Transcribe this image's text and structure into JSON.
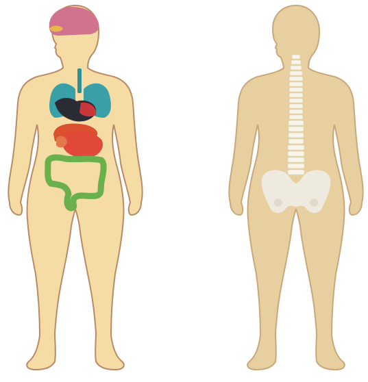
{
  "figures": [
    {
      "id": "front",
      "view": "front",
      "skin_color": "#f4dca4",
      "outline_color": "#b98a68",
      "organs": [
        {
          "name": "brain",
          "color": "#d1738f"
        },
        {
          "name": "eye",
          "color": "#e8b84a"
        },
        {
          "name": "trachea",
          "color": "#2f8f98"
        },
        {
          "name": "lungs",
          "color": "#3aa0a8"
        },
        {
          "name": "heart",
          "color": "#2b2b34"
        },
        {
          "name": "liver",
          "color": "#d9512e"
        },
        {
          "name": "stomach",
          "color": "#e0483a"
        },
        {
          "name": "intestines",
          "color": "#6ab04c"
        }
      ]
    },
    {
      "id": "back",
      "view": "back",
      "skin_color": "#e8cf9f",
      "outline_color": "#c9a77c",
      "organs": [
        {
          "name": "spine",
          "color": "#f7f4ea"
        },
        {
          "name": "pelvis",
          "color": "#eeeae0"
        }
      ]
    }
  ]
}
